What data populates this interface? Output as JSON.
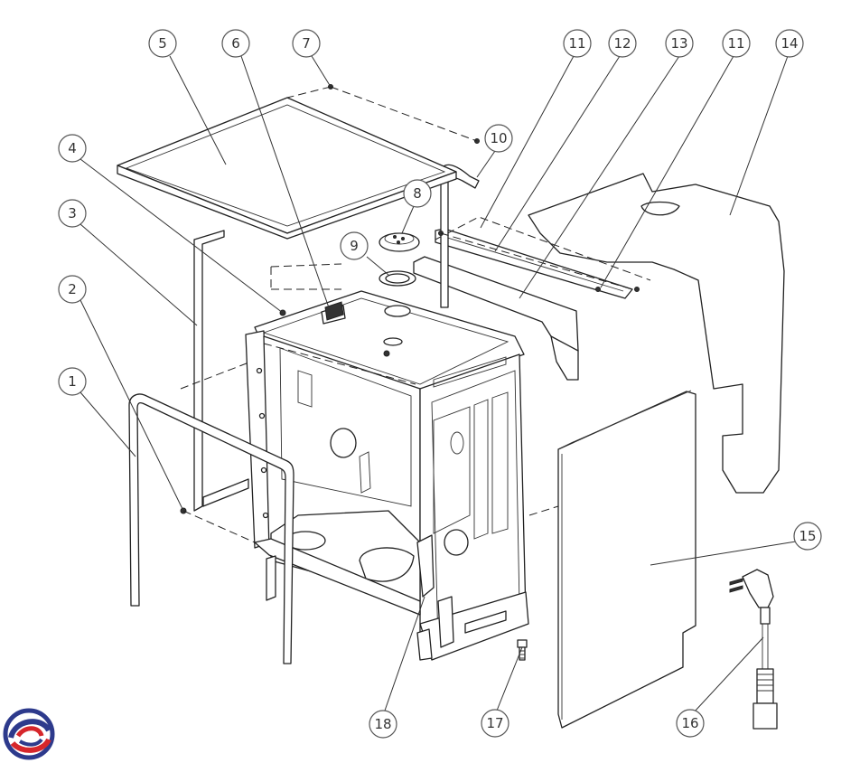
{
  "callouts": [
    {
      "id": "c1",
      "label": "1"
    },
    {
      "id": "c2",
      "label": "2"
    },
    {
      "id": "c3",
      "label": "3"
    },
    {
      "id": "c4",
      "label": "4"
    },
    {
      "id": "c5",
      "label": "5"
    },
    {
      "id": "c6",
      "label": "6"
    },
    {
      "id": "c7",
      "label": "7"
    },
    {
      "id": "c8",
      "label": "8"
    },
    {
      "id": "c9",
      "label": "9"
    },
    {
      "id": "c10",
      "label": "10"
    },
    {
      "id": "c11a",
      "label": "11"
    },
    {
      "id": "c12",
      "label": "12"
    },
    {
      "id": "c13",
      "label": "13"
    },
    {
      "id": "c11b",
      "label": "11"
    },
    {
      "id": "c14",
      "label": "14"
    },
    {
      "id": "c15",
      "label": "15"
    },
    {
      "id": "c16",
      "label": "16"
    },
    {
      "id": "c17",
      "label": "17"
    },
    {
      "id": "c18",
      "label": "18"
    }
  ],
  "colors": {
    "line": "#222222",
    "callout_stroke": "#555555",
    "logo_blue": "#2d3a8c",
    "logo_red": "#d6262b"
  }
}
